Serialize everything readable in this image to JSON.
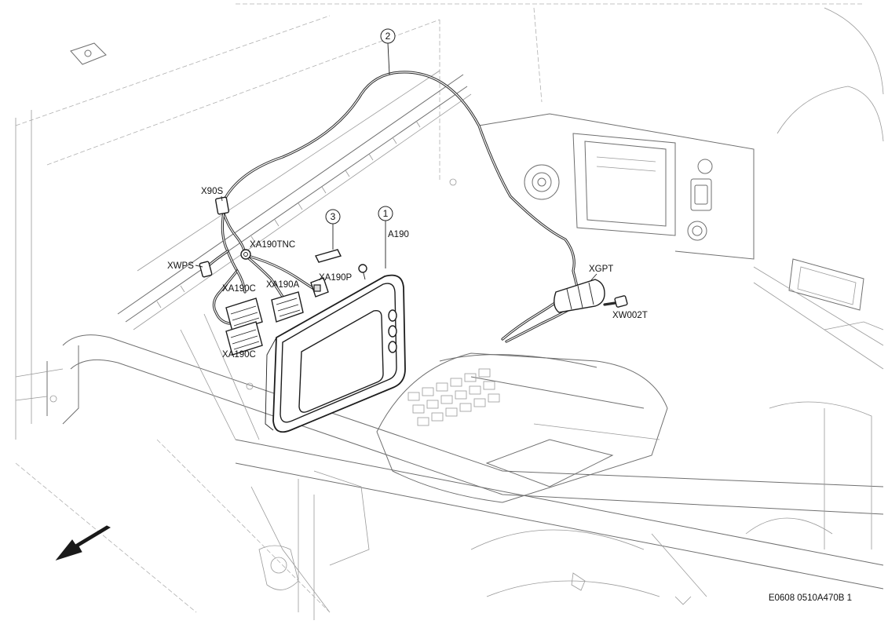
{
  "diagram": {
    "reference_code": "E0608 0510A470B 1",
    "callouts": [
      {
        "number": "1",
        "label": "A190"
      },
      {
        "number": "2",
        "label": ""
      },
      {
        "number": "3",
        "label": "XA190P"
      }
    ],
    "labels": {
      "x90s": "X90S",
      "xa190tnc": "XA190TNC",
      "xwps": "XWPS",
      "xa190a": "XA190A",
      "xa190p": "XA190P",
      "xa190c_upper": "XA190C",
      "xa190c_lower": "XA190C",
      "a190": "A190",
      "xgpt": "XGPT",
      "xw002t": "XW002T"
    },
    "direction_arrow": "arrow-icon"
  }
}
